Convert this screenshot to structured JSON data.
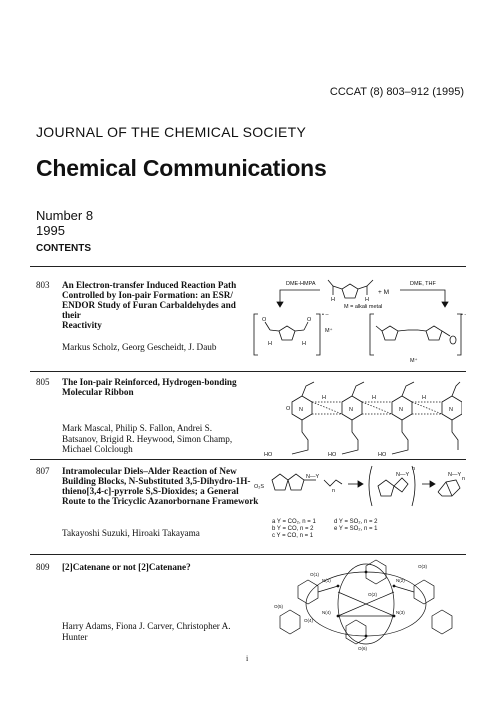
{
  "header": {
    "coden": "CCCAT (8) 803–912 (1995)",
    "journal": "JOURNAL OF THE CHEMICAL SOCIETY",
    "title": "Chemical Communications",
    "number": "Number 8",
    "year": "1995",
    "contents_label": "CONTENTS"
  },
  "entries": [
    {
      "page": "803",
      "title": [
        "An Electron-transfer Induced Reaction Path",
        "Controlled by Ion-pair Formation: an ESR/",
        "ENDOR Study of Furan Carbaldehydes and their",
        "Reactivity"
      ],
      "authors": [
        "Markus Scholz, Georg Gescheidt, J. Daub"
      ],
      "scheme": {
        "reagent_1": "DME-HMPA",
        "reagent_2": "DME, THF",
        "plus_m": "+ M",
        "m_note": "M = alkali metal",
        "counter_ion": "M⁺",
        "charge": "• –",
        "atom_h": "H",
        "atom_o": "O"
      }
    },
    {
      "page": "805",
      "title": [
        "The Ion-pair Reinforced, Hydrogen-bonding",
        "Molecular Ribbon"
      ],
      "authors": [
        "Mark Mascal, Philip S. Fallon, Andrei S.",
        "Batsanov, Brigid R. Heywood, Simon Champ,",
        "Michael Colclough"
      ],
      "scheme": {
        "ho": "HO",
        "n": "N",
        "h": "H",
        "o": "O"
      }
    },
    {
      "page": "807",
      "title": [
        "Intramolecular Diels–Alder Reaction of New",
        "Building Blocks, N-Substituted 3,5-Dihydro-1H-",
        "thieno[3,4-c]-pyrrole S,S-Dioxides; a General",
        "Route to the Tricyclic Azanorbornane Framework"
      ],
      "authors": [
        "Takayoshi Suzuki, Hiroaki Takayama"
      ],
      "scheme": {
        "legend": [
          "a Y = CO₂, n = 1",
          "b Y = CO, n = 2",
          "c Y = CO, n = 1",
          "d Y = SO₂, n = 2",
          "e Y = SO₂, n = 1"
        ],
        "o2s": "O₂S",
        "n_y": "N—Y",
        "n_label": "n"
      }
    },
    {
      "page": "809",
      "title": [
        "[2]Catenane or not [2]Catenane?"
      ],
      "authors": [
        "Harry Adams, Fiona J. Carver, Christopher A.",
        "Hunter"
      ],
      "scheme": {
        "atoms": [
          "O(3)",
          "N(1)",
          "O(1)",
          "N(2)",
          "O(2)",
          "N(4)",
          "O(4)",
          "N(3)",
          "O(5)",
          "O(6)"
        ]
      }
    }
  ],
  "footer": {
    "page": "i"
  }
}
